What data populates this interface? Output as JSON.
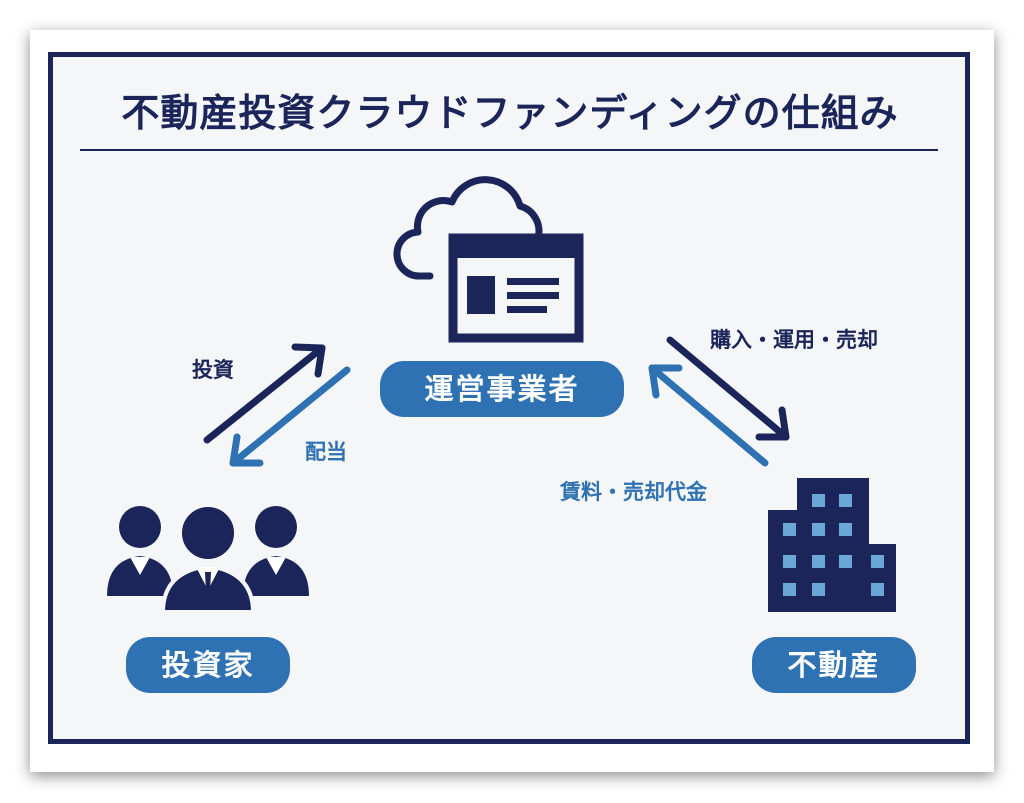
{
  "title": "不動産投資クラウドファンディングの仕組み",
  "nodes": {
    "operator": {
      "label": "運営事業者",
      "icon": "cloud-web-platform-icon"
    },
    "investors": {
      "label": "投資家",
      "icon": "people-group-icon"
    },
    "realestate": {
      "label": "不動産",
      "icon": "building-icon"
    }
  },
  "flows": {
    "investment": "投資",
    "dividend": "配当",
    "purchase": "購入・運用・売却",
    "proceeds": "賃料・売却代金"
  },
  "colors": {
    "navy": "#1b2559",
    "blue": "#2f72b3",
    "light_blue": "#6aa6d6",
    "background": "#f5f6f7"
  }
}
